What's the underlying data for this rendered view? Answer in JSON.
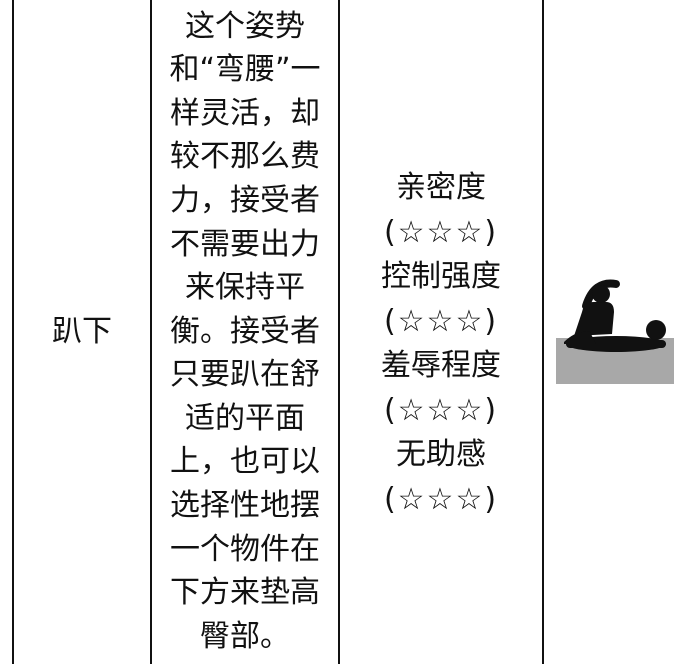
{
  "table_row": {
    "pose_name": "趴下",
    "description": "这个姿势和“弯腰”一样灵活，却较不那么费力，接受者不需要出力来保持平衡。接受者只要趴在舒适的平面上，也可以选择性地摆一个物件在下方来垫高臀部。",
    "ratings": [
      {
        "label": "亲密度",
        "stars": "(☆☆☆)"
      },
      {
        "label": "控制强度",
        "stars": "(☆☆☆)"
      },
      {
        "label": "羞辱程度",
        "stars": "(☆☆☆)"
      },
      {
        "label": "无助感",
        "stars": "(☆☆☆)"
      }
    ],
    "icon": "person-lying-prone-with-kneeling-figure-icon",
    "colors": {
      "border": "#111111",
      "icon_base": "#a8a8a8",
      "icon_figure": "#111111"
    }
  }
}
